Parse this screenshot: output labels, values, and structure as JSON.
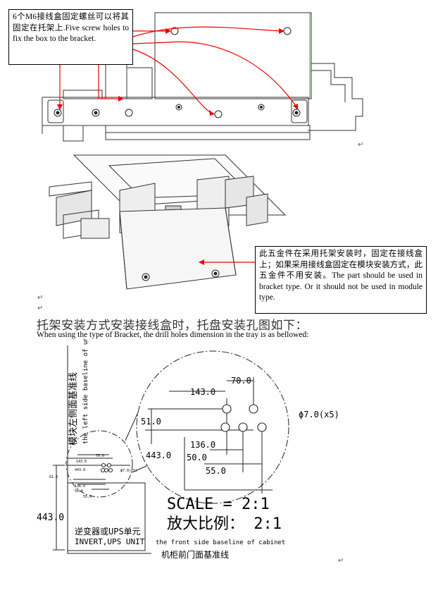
{
  "callout_top": {
    "text_zh": "6个M6接线盒固定螺丝可以将其固定在托架上",
    "text_en": ".Five screw holes to fix the box to the bracket."
  },
  "callout_right": {
    "text_zh": "此五金件在采用托架安装时，固定在接线盒上；如果采用接线盒固定在模块安装方式，此五金件不用安装。",
    "text_en": "The part should be used in bracket type. Or it should not be used in module type."
  },
  "heading": {
    "zh": "托架安装方式安装接线盒时，托盘安装孔图如下：",
    "en": "When using the type of Bracket, the drill holes dimension in the tray is as bellowed:"
  },
  "drawing": {
    "dim_143": "143.0",
    "dim_70": "70.0",
    "dim_51": "51.0",
    "dim_443": "443.0",
    "dim_136": "136.0",
    "dim_50": "50.0",
    "dim_55": "55.0",
    "hole_note": "ϕ7.0(x5)",
    "scale_en": "SCALE = 2:1",
    "scale_zh": "放大比例：    2:1",
    "left_baseline_zh": "模块左侧面基准线",
    "left_baseline_en": "the left side baseline of unit",
    "unit_label_zh": "逆变器或UPS单元",
    "unit_label_en": "INVERT,UPS UNIT",
    "front_baseline_en": "the front side baseline of cabinet",
    "front_baseline_zh": "机柜前门面基准线",
    "small_443": "443.0",
    "small_61": "61.0",
    "small_143": "143.0",
    "small_70": "70.0",
    "small_136": "136.0",
    "small_50": "50.0",
    "small_55": "55.0",
    "small_hole": "ϕ7.0(x5)"
  },
  "paragraph_mark": "↵"
}
